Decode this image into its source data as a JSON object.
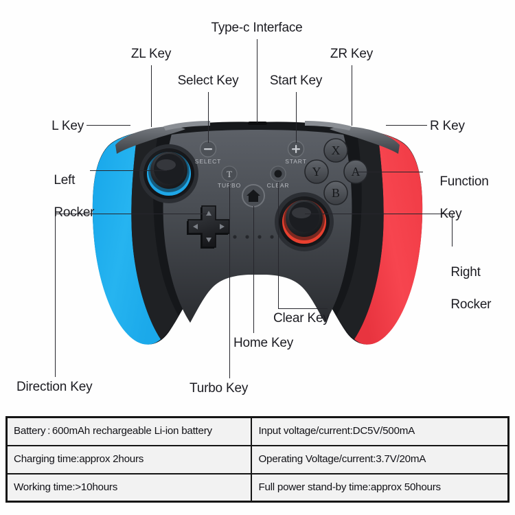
{
  "diagram": {
    "title": "Wireless Game Controller Annotated Diagram",
    "device": "gamepad-controller",
    "colors": {
      "body_dark": "#3a3d42",
      "body_mid": "#54585e",
      "body_shadow": "#1b1d20",
      "left_grip_blue": "#22aeee",
      "right_grip_red": "#f5404a",
      "left_stick_ring": "#1ea7e8",
      "right_stick_ring": "#e8402f",
      "leader_line": "#26262c",
      "label_text": "#1c1c22",
      "page_background": "#ffffff"
    }
  },
  "callouts": [
    {
      "id": "type-c-interface",
      "label": "Type-c Interface"
    },
    {
      "id": "zl-key",
      "label": "ZL Key"
    },
    {
      "id": "zr-key",
      "label": "ZR Key"
    },
    {
      "id": "select-key",
      "label": "Select Key"
    },
    {
      "id": "start-key",
      "label": "Start Key"
    },
    {
      "id": "l-key",
      "label": "L Key"
    },
    {
      "id": "r-key",
      "label": "R Key"
    },
    {
      "id": "left-rocker",
      "label": "Left\nRocker"
    },
    {
      "id": "function-key",
      "label": "Function\nKey"
    },
    {
      "id": "right-rocker",
      "label": "Right\nRocker"
    },
    {
      "id": "clear-key",
      "label": "Clear Key"
    },
    {
      "id": "home-key",
      "label": "Home Key"
    },
    {
      "id": "turbo-key",
      "label": "Turbo Key"
    },
    {
      "id": "direction-key",
      "label": "Direction Key"
    }
  ],
  "labels": {
    "type_c_interface": "Type-c Interface",
    "zl_key": "ZL Key",
    "zr_key": "ZR Key",
    "select_key": "Select Key",
    "start_key": "Start Key",
    "l_key": "L Key",
    "r_key": "R Key",
    "left_rocker_line1": "Left",
    "left_rocker_line2": "Rocker",
    "function_key_line1": "Function",
    "function_key_line2": "Key",
    "right_rocker_line1": "Right",
    "right_rocker_line2": "Rocker",
    "clear_key": "Clear Key",
    "home_key": "Home Key",
    "turbo_key": "Turbo Key",
    "direction_key": "Direction Key"
  },
  "device_markings": {
    "select": "SELECT",
    "start": "START",
    "turbo": "TURBO",
    "clear": "CLEAR",
    "face_x": "X",
    "face_y": "Y",
    "face_a": "A",
    "face_b": "B",
    "turbo_glyph": "T",
    "home_glyph": "home-icon",
    "select_glyph": "minus-icon",
    "start_glyph": "plus-icon",
    "clear_glyph": "dot-icon",
    "led_count": 4
  },
  "spec_table": {
    "rows": [
      {
        "left": "Battery : 600mAh rechargeable Li-ion battery",
        "right": "Input voltage/current:DC5V/500mA"
      },
      {
        "left": "Charging time:approx 2hours",
        "right": "Operating Voltage/current:3.7V/20mA"
      },
      {
        "left": "Working time:>10hours",
        "right": "Full power stand-by time:approx 50hours"
      }
    ]
  }
}
